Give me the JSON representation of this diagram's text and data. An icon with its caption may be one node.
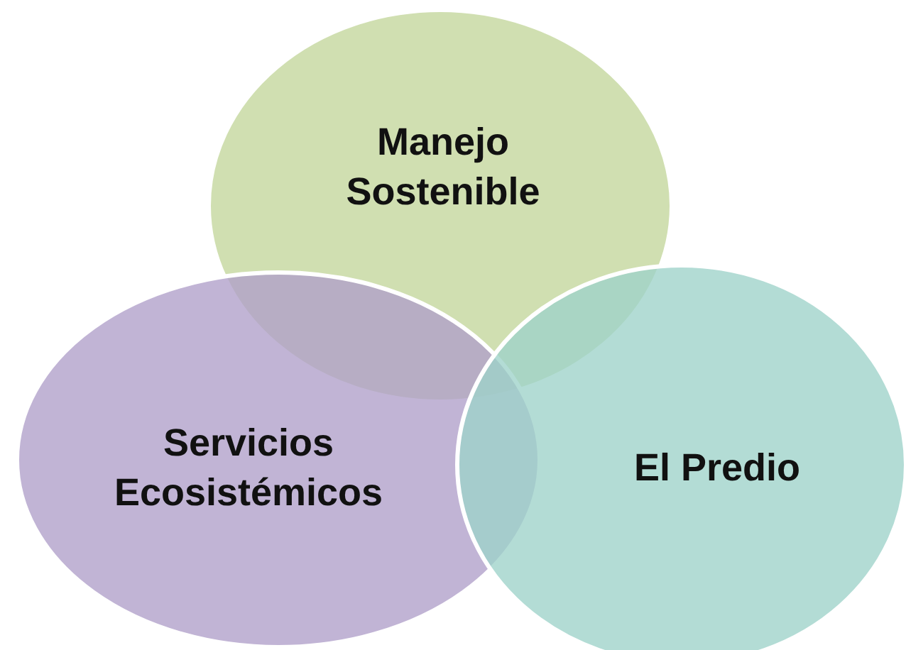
{
  "diagram": {
    "nodes": [
      {
        "text": [
          "Manejo Sostenible"
        ]
      },
      {
        "text": [
          "Servicios Ecosistémicos"
        ]
      },
      {
        "text": [
          "El Predio"
        ]
      }
    ]
  }
}
